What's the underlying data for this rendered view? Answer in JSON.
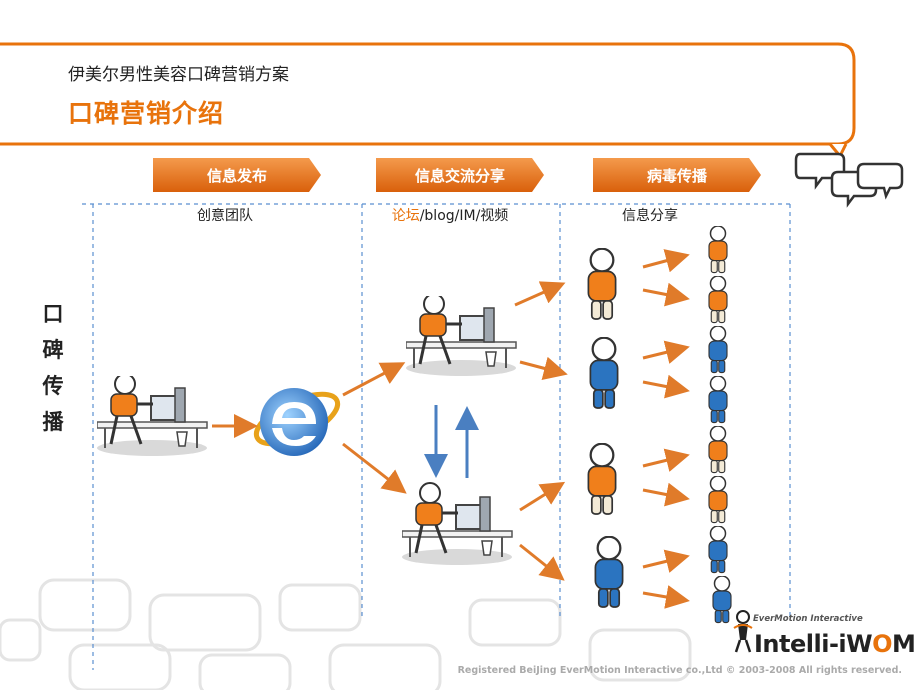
{
  "header": {
    "subtitle": "伊美尔男性美容口碑营销方案",
    "title": "口碑营销介绍"
  },
  "stages": [
    {
      "label": "信息发布",
      "caption": "创意团队"
    },
    {
      "label": "信息交流分享",
      "caption_highlight": "论坛",
      "caption_rest": "/blog/IM/视频"
    },
    {
      "label": "病毒传播",
      "caption": "信息分享"
    }
  ],
  "side_label": [
    "口",
    "碑",
    "传",
    "播"
  ],
  "footer": {
    "brand_sub": "EverMotion Interactive",
    "brand_left": "Intelli-iW",
    "brand_o": "O",
    "brand_right": "M",
    "copyright": "Registered BeiJing EverMotion Interactive co.,Ltd © 2003-2008 All rights reserved."
  },
  "colors": {
    "accent": "#e8730c",
    "stage_banner": "#e97a1c",
    "arrow_orange": "#e07b2a",
    "arrow_blue": "#4a7fc1",
    "person_orange": "#f07f1b",
    "person_blue": "#2b74c0"
  },
  "icons": [
    "speech-bubbles-icon",
    "person-at-computer-icon",
    "internet-explorer-icon",
    "person-icon",
    "brand-logo-icon"
  ]
}
